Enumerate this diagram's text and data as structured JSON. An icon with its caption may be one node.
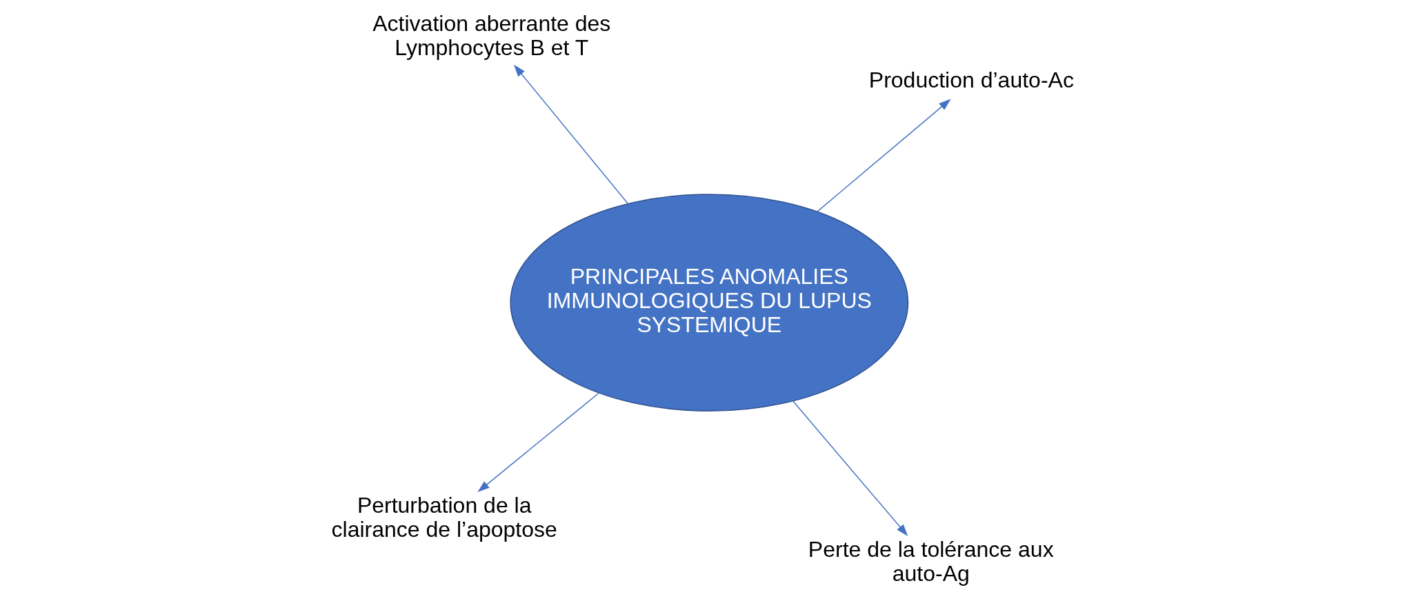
{
  "diagram": {
    "nodes": [
      {
        "text": [
          "Perturbation de la clairance de l’apoptose"
        ]
      },
      {
        "text": [
          "Perte de la tolérance aux auto-Ag"
        ]
      },
      {
        "text": [
          "PRINCIPALES ANOMALIES IMMUNOLOGIQUES DU LUPUS SYSTEMIQUE"
        ]
      },
      {
        "text": [
          "Activation aberrante des Lymphocytes B et T"
        ]
      },
      {
        "text": [
          "Production d’auto-Ac"
        ]
      }
    ],
    "edges": [
      {
        "from": 2,
        "to": 0,
        "arrow": "to"
      },
      {
        "from": 2,
        "to": 1,
        "arrow": "to"
      },
      {
        "from": 2,
        "to": 3,
        "arrow": "to"
      },
      {
        "from": 2,
        "to": 4,
        "arrow": "to"
      }
    ]
  }
}
